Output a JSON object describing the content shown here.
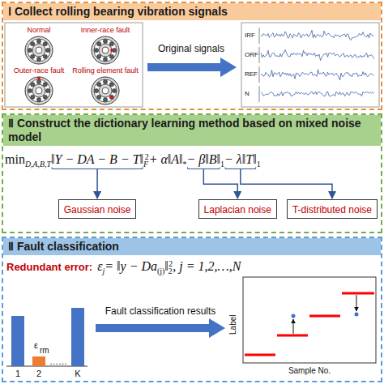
{
  "diagram": {
    "nodes": [
      {
        "text": [
          "Ⅰ Collect rolling bearing vibration signals"
        ]
      },
      {
        "text": [
          "Ⅱ Construct the dictionary learning method based on mixed noise model"
        ]
      },
      {
        "text": [
          "Gaussian noise"
        ],
        "in": 1
      },
      {
        "text": [
          "Laplacian noise"
        ],
        "in": 1
      },
      {
        "text": [
          "T-distributed noise"
        ],
        "in": 1
      },
      {
        "text": [
          "Ⅱ Fault classification"
        ]
      }
    ],
    "labels": [
      "Normal",
      "Inner-race fault",
      "Outer-race fault",
      "Rolling element fault",
      "Original signals",
      "IRF",
      "ORF",
      "REF",
      "N",
      "min",
      "D,A,B,T",
      "‖Y − DA − B − T‖",
      "F",
      "2",
      "+ α‖A‖",
      "*",
      "− β‖B‖",
      "1",
      "− λ‖T‖",
      "1",
      "Redundant error:",
      "ε",
      "j",
      "= ‖y − Da",
      "(j)",
      "‖",
      "2",
      "2",
      ", j = 1,2,…,N",
      "1",
      "2",
      "……",
      "K",
      "ε",
      "rm",
      "Fault classification results",
      "Label",
      "Sample No."
    ]
  }
}
